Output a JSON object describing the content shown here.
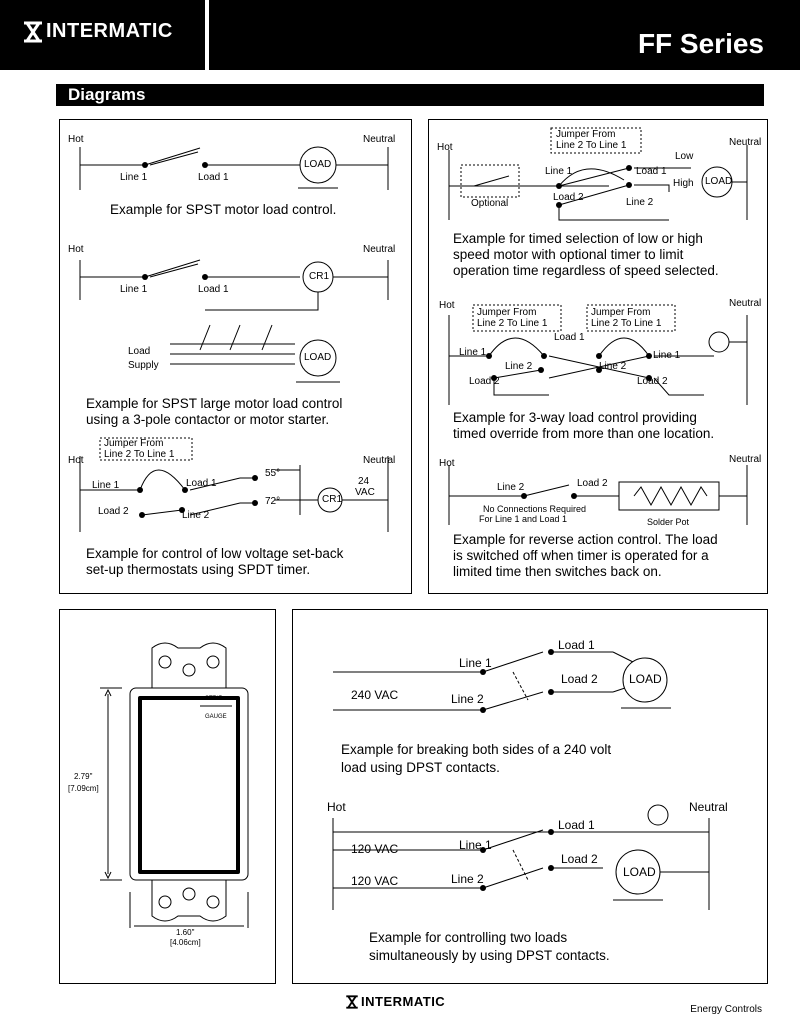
{
  "header": {
    "brand": "INTERMATIC",
    "series": "FF Series",
    "section": "Diagrams"
  },
  "diag1": {
    "hot": "Hot",
    "neutral": "Neutral",
    "line1": "Line 1",
    "load1": "Load 1",
    "load": "LOAD",
    "caption": "Example for SPST motor load control."
  },
  "diag2": {
    "hot": "Hot",
    "neutral": "Neutral",
    "line1": "Line 1",
    "load1": "Load 1",
    "cr1": "CR1",
    "load_supply_1": "Load",
    "load_supply_2": "Supply",
    "load": "LOAD",
    "caption_1": "Example for SPST large motor load control",
    "caption_2": "using a 3-pole contactor or motor starter."
  },
  "diag3": {
    "hot": "Hot",
    "neutral": "Neutral",
    "jumper_1": "Jumper From",
    "jumper_2": "Line 2 To Line 1",
    "line1": "Line 1",
    "load1": "Load 1",
    "load2": "Load 2",
    "line2": "Line 2",
    "t55": "55°",
    "t72": "72°",
    "cr1": "CR1",
    "v1": "24",
    "v2": "VAC",
    "caption_1": "Example for control of low voltage set-back",
    "caption_2": "set-up thermostats using SPDT timer."
  },
  "diag4": {
    "hot": "Hot",
    "neutral": "Neutral",
    "jumper_1": "Jumper From",
    "jumper_2": "Line 2 To Line 1",
    "optional": "Optional",
    "line1": "Line 1",
    "load1": "Load 1",
    "load2": "Load 2",
    "line2": "Line 2",
    "low": "Low",
    "high": "High",
    "load": "LOAD",
    "caption_1": "Example for timed selection of low or high",
    "caption_2": "speed motor with optional timer to limit",
    "caption_3": "operation time regardless of speed selected."
  },
  "diag5": {
    "hot": "Hot",
    "neutral": "Neutral",
    "jumper_1": "Jumper From",
    "jumper_2": "Line 2 To Line 1",
    "line1": "Line 1",
    "line2": "Line 2",
    "load1": "Load 1",
    "load2": "Load 2",
    "caption_1": "Example for 3-way load control providing",
    "caption_2": "timed override from more than one location."
  },
  "diag6": {
    "hot": "Hot",
    "neutral": "Neutral",
    "line2": "Line 2",
    "load2": "Load 2",
    "note_1": "No Connections Required",
    "note_2": "For  Line 1 and Load 1",
    "solder_pot": "Solder Pot",
    "caption_1": "Example for reverse action control.  The load",
    "caption_2": "is switched off when timer is operated for a",
    "caption_3": "limited time then switches back on."
  },
  "plate": {
    "strip": "STRIP",
    "gauge": "GAUGE",
    "height_in": "2.79\"",
    "height_cm": "[7.09cm]",
    "width_in": "1.60\"",
    "width_cm": "[4.06cm]"
  },
  "diag7": {
    "line1": "Line 1",
    "line2": "Line 2",
    "load1": "Load 1",
    "load2": "Load 2",
    "vac": "240 VAC",
    "load": "LOAD",
    "caption_1": "Example for breaking both sides of a 240 volt",
    "caption_2": "load using DPST contacts."
  },
  "diag8": {
    "hot": "Hot",
    "neutral": "Neutral",
    "line1": "Line 1",
    "line2": "Line 2",
    "load1": "Load 1",
    "load2": "Load 2",
    "vac1": "120 VAC",
    "vac2": "120 VAC",
    "load": "LOAD",
    "caption_1": "Example for controlling two loads",
    "caption_2": "simultaneously by using DPST contacts."
  },
  "footer": {
    "brand": "INTERMATIC",
    "tagline": "Energy Controls"
  }
}
